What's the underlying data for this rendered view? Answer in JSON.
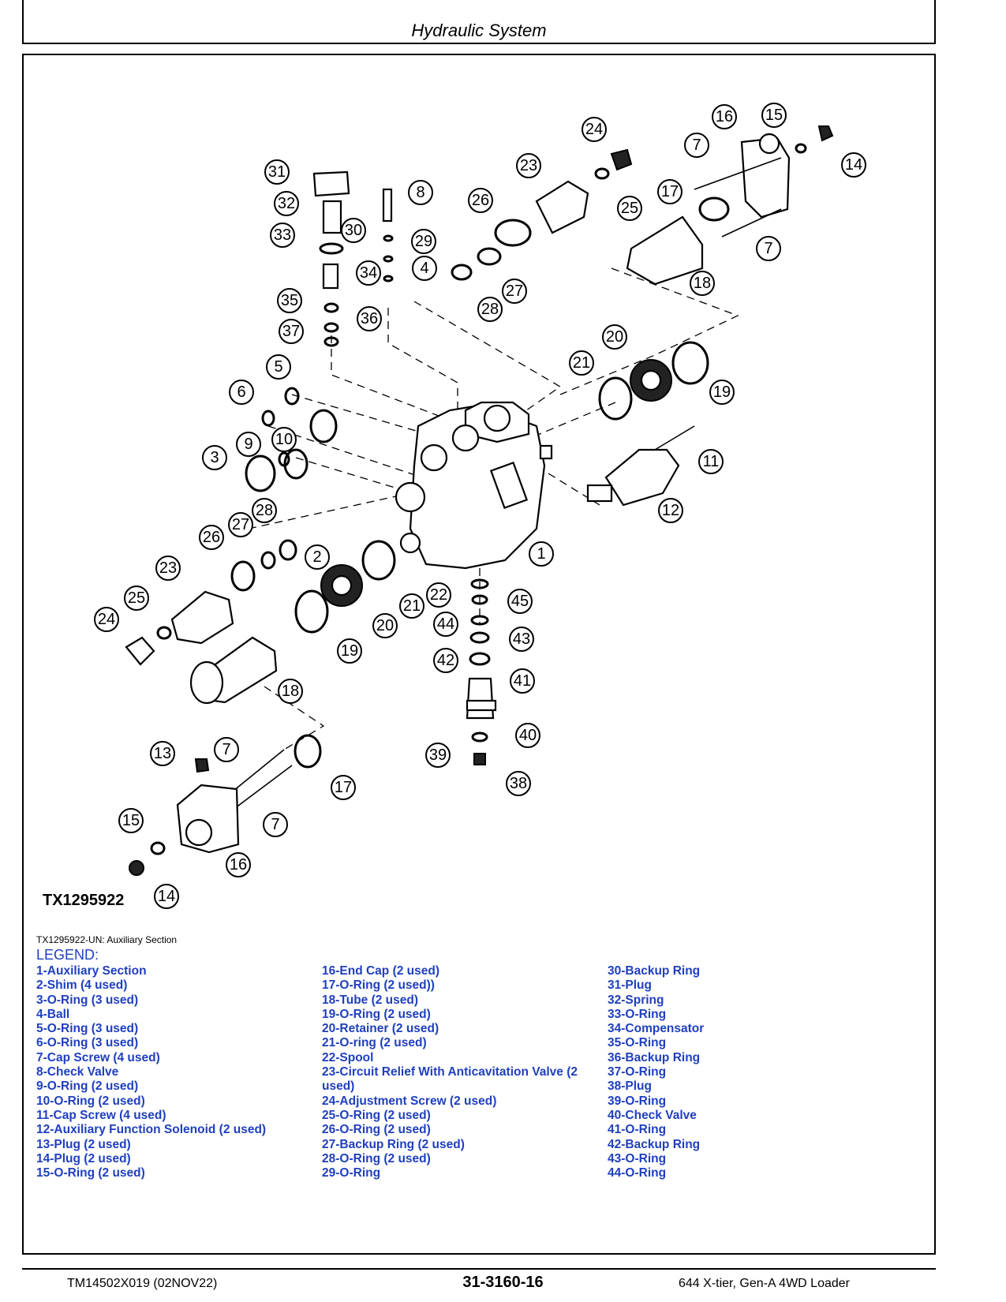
{
  "header": {
    "title": "Hydraulic System"
  },
  "figure": {
    "id": "TX1295922",
    "caption": "TX1295922-UN: Auxiliary Section",
    "callouts": [
      "1",
      "2",
      "3",
      "4",
      "5",
      "6",
      "7",
      "8",
      "9",
      "10",
      "11",
      "12",
      "13",
      "14",
      "15",
      "16",
      "17",
      "18",
      "19",
      "20",
      "21",
      "22",
      "23",
      "24",
      "25",
      "26",
      "27",
      "28",
      "29",
      "30",
      "31",
      "32",
      "33",
      "34",
      "35",
      "36",
      "37",
      "38",
      "39",
      "40",
      "41",
      "42",
      "43",
      "44",
      "45"
    ]
  },
  "legend": {
    "title": "LEGEND:",
    "column1": [
      "1-Auxiliary Section",
      "2-Shim (4 used)",
      "3-O-Ring (3 used)",
      "4-Ball",
      "5-O-Ring (3 used)",
      "6-O-Ring (3 used)",
      "7-Cap Screw (4 used)",
      "8-Check Valve",
      "9-O-Ring (2 used)",
      "10-O-Ring (2 used)",
      "11-Cap Screw (4 used)",
      "12-Auxiliary Function Solenoid (2 used)",
      "13-Plug (2 used)",
      "14-Plug (2 used)",
      "15-O-Ring (2 used)"
    ],
    "column2": [
      "16-End Cap (2 used)",
      "17-O-Ring (2 used))",
      "18-Tube (2 used)",
      "19-O-Ring (2 used)",
      "20-Retainer (2 used)",
      "21-O-ring (2 used)",
      "22-Spool",
      "23-Circuit Relief With Anticavitation Valve (2 used)",
      "24-Adjustment Screw (2 used)",
      "25-O-Ring (2 used)",
      "26-O-Ring (2 used)",
      "27-Backup Ring (2 used)",
      "28-O-Ring (2 used)",
      "29-O-Ring"
    ],
    "column3": [
      "30-Backup Ring",
      "31-Plug",
      "32-Spring",
      "33-O-Ring",
      "34-Compensator",
      "35-O-Ring",
      "36-Backup Ring",
      "37-O-Ring",
      "38-Plug",
      "39-O-Ring",
      "40-Check Valve",
      "41-O-Ring",
      "42-Backup Ring",
      "43-O-Ring",
      "44-O-Ring"
    ]
  },
  "footer": {
    "left": "TM14502X019 (02NOV22)",
    "center": "31-3160-16",
    "right": "644 X-tier, Gen-A 4WD Loader"
  }
}
